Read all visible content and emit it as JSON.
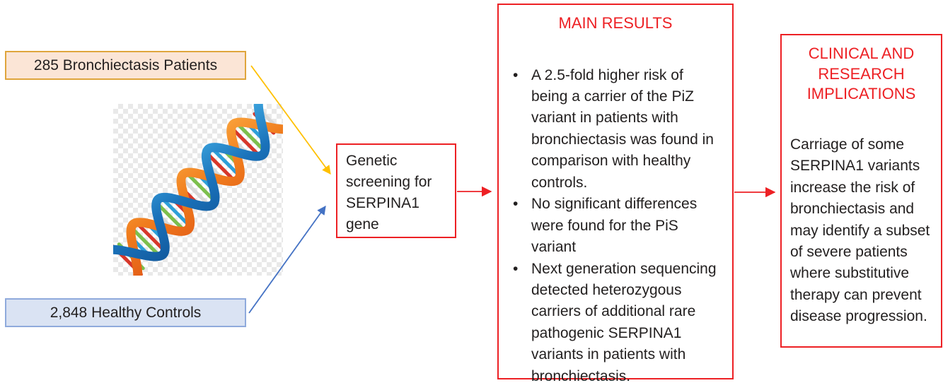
{
  "palette": {
    "accent_red": "#ed2024",
    "arrow_gold": "#ffc000",
    "arrow_blue": "#4472c4",
    "patients_fill": "#fbe5d6",
    "patients_border": "#dfa53c",
    "controls_fill": "#dae3f3",
    "controls_border": "#8faadc"
  },
  "cohorts": {
    "patients_label": "285 Bronchiectasis Patients",
    "controls_label": "2,848 Healthy Controls"
  },
  "dna_image": {
    "icon": "dna-double-helix",
    "description": "blue and orange DNA double helix clip-art on transparency checkerboard"
  },
  "screening_box": {
    "text": "Genetic screening for SERPINA1 gene"
  },
  "main_results": {
    "title": "MAIN RESULTS",
    "bullets": [
      "A 2.5-fold higher risk of being a carrier of the PiZ variant in patients with bronchiectasis was found in comparison with healthy controls.",
      "No significant differences were found for the PiS variant",
      "Next generation sequencing detected heterozygous carriers of additional rare pathogenic SERPINA1 variants in patients with bronchiectasis."
    ]
  },
  "implications": {
    "title": "CLINICAL AND RESEARCH IMPLICATIONS",
    "body": "Carriage of some SERPINA1 variants increase the risk of bronchiectasis and may identify a subset of severe patients where substitutive therapy can prevent disease progression."
  }
}
